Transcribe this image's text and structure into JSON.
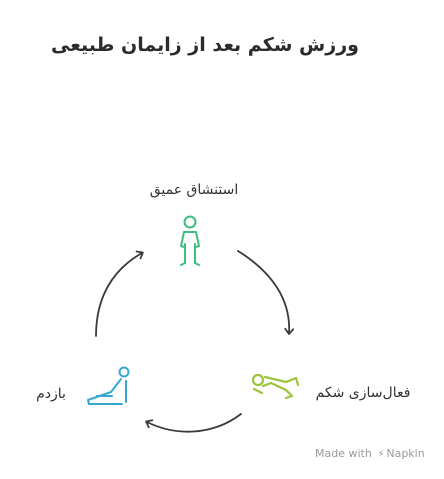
{
  "title": "ورزش شکم بعد از زایمان طبیعی",
  "steps": [
    {
      "label": "استنشاق عمیق",
      "icon": "standing-person-icon",
      "color": "#3dbf7e"
    },
    {
      "label": "فعال‌سازی شکم",
      "icon": "lying-person-icon",
      "color": "#9cc43a"
    },
    {
      "label": "بازدم",
      "icon": "stretching-person-icon",
      "color": "#35a8d0"
    }
  ],
  "arrow_color": "#3a3a3a",
  "watermark": {
    "made_with": "Made with",
    "brand": "Napkin"
  }
}
